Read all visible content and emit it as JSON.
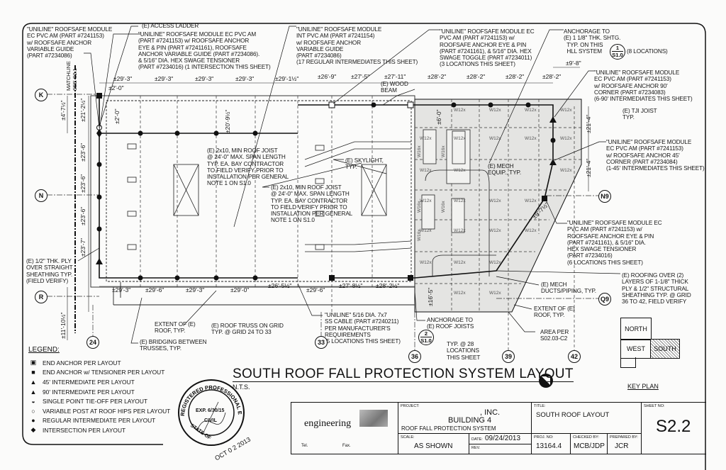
{
  "drawing_title": "SOUTH ROOF FALL PROTECTION SYSTEM LAYOUT",
  "scale_note": "N.T.S.",
  "joist_labels": {
    "w12": "W12x",
    "w16": "W16x"
  },
  "matchline": "MATCHLINE\nSEE S2.1",
  "grid_bubbles": [
    "K",
    "N",
    "R",
    "24",
    "33",
    "36",
    "39",
    "42",
    "N9",
    "Q9"
  ],
  "detail_refs": [
    {
      "number": "1",
      "sheet": "S1.0"
    },
    {
      "number": "2",
      "sheet": "S1.0"
    }
  ],
  "dims": {
    "top": [
      "±29'-3\"",
      "±29'-3\"",
      "±29'-3\"",
      "±29'-3\"",
      "±29'-1½\"",
      "±26'-9\"",
      "±27'-5\"",
      "±27'-11\"",
      "±28'-2\"",
      "±28'-2\"",
      "±28'-2\"",
      "±28'-2\"",
      "±9'-8\"",
      "±2'-0\""
    ],
    "bottom": [
      "±29'-3\"",
      "±29'-6\"",
      "±29'-3\"",
      "±29'-0\"",
      "±26'-5½\"",
      "±29'-6\"",
      "±27'-8½\"",
      "±28'-2½\""
    ],
    "vertical": [
      "±4'-7½\"",
      "±21'-2½\"",
      "±2'-0\"",
      "±23'-6\"",
      "±23'-6\"",
      "±23'-6\"",
      "±23'-7\"",
      "±11'-10½\"",
      "±20'-9½\"",
      "±6'-0\"",
      "±21'-4\"",
      "±21'-4\"",
      "±16'-5\""
    ],
    "diagonal": [
      "±9'-7½\""
    ]
  },
  "notes": [
    "\"UNILINE\" ROOFSAFE MODULE\nEC PVC AM (PART #7241153)\nw/ ROOFSAFE ANCHOR\nVARIABLE GUIDE\n(PART #7234086)",
    "(E) ACCESS LADDER",
    "\"UNILINE\" ROOFSAFE MODULE EC PVC AM\n(PART #7241153) w/ ROOFSAFE ANCHOR\nEYE & PIN (PART #7241161), ROOFSAFE\nANCHOR VARIABLE GUIDE (PART #7234086).\n& 5/16\" DIA. HEX SWAGE TENSIONER\n(PART #7234016) (1 INTERSECTION THIS SHEET)",
    "\"UNILINE\" ROOFSAFE MODULE\nINT PVC AM (PART #7241154)\nw/ ROOFSAFE ANCHOR\nVARIABLE GUIDE\n(PART #7234086)\n(17 REGULAR INTERMEDIATES THIS SHEET)",
    "\"UNILINE\" ROOFSAFE MODULE EC\nPVC AM (PART #7241153) w/\nROOFSAFE ANCHOR EYE & PIN\n(PART #7241161), & 5/16\" DIA. HEX\nSWAGE TOGGLE (PART #7234011)\n(3 LOCATIONS THIS SHEET)",
    "ANCHORAGE TO\n(E) 1 1/8\" THK. SHTG.\n  TYP. ON THIS\n  HLL SYSTEM",
    "(8 LOCATIONS)",
    "\"UNILINE\" ROOFSAFE MODULE\nEC PVC AM (PART #7241153)\nw/ ROOFSAFE ANCHOR 90'\nCORNER (PART #7234083)\n(6-90' INTERMEDIATES THIS SHEET)",
    "(E) TJI JOIST\nTYP.",
    "\"UNILINE\" ROOFSAFE MODULE\nEC PVC AM (PART #7241153)\nw/ ROOFSAFE ANCHOR 45'\nCORNER (PART #7234084)\n(1-45' INTERMEDIATES THIS SHEET)",
    "\"UNILINE\" ROOFSAFE MODULE EC\nPVC AM (PART #7241153) w/\nROOFSAFE ANCHOR EYE & PIN\n(PART #7241161), & 5/16\" DIA.\nHEX SWAGE TENSIONER\n(PART #7234016)\n(6 LOCATIONS THIS SHEET)",
    "(E) ROOFING OVER (2)\nLAYERS OF 1-1/8\" THICK\nPLY & 1/2\" STRUCTURAL\nSHEATHING TYP. @ GRID\n36 TO 42, FIELD VERIFY",
    "(E) MECH\nDUCTS/PIPING, TYP.",
    "EXTENT OF (E)\nROOF, TYP.",
    "AREA PER\nS02.03-C2",
    "(E) 2x10, MIN ROOF JOIST\n@ 24'-0\" MAX. SPAN LENGTH\nTYP. EA. BAY CONTRACTOR\nTO FIELD VERIFY PRIOR TO\nINSTALLATION PER GENERAL\nNOTE 1 ON S1.0",
    "(E) 2x10, MIN ROOF JOIST\n@ 24'-0\" MAX. SPAN LENGTH\nTYP. EA. BAY CONTRACTOR\nTO FIELD VERIFY PRIOR TO\nINSTALLATION PER GENERAL\nNOTE 1 ON S1.0",
    "(E) SKYLIGHT,\nTYP.",
    "(E) WOOD\nBEAM",
    "(E) MECH\nEQUIP., TYP.",
    "(E) 1/2\" THK. PLY\nOVER STRAIGHT\nSHEATHING TYP.\n(FIELD VERIFY)",
    "EXTENT OF (E)\nROOF, TYP.",
    "(E) ROOF TRUSS ON GRID\nTYP. @ GRID 24 TO 33",
    "(E) BRIDGING BETWEEN\nTRUSSES, TYP.",
    "\"UNILINE\" 5/16 DIA. 7x7\nSS CABLE (PART #7240211)\nPER MANUFACTURER'S\nREQUIREMENTS\n(5 LOCATIONS THIS SHEET)",
    "ANCHORAGE TO\n(E) ROOF JOISTS",
    "TYP. @ 28\nLOCATIONS\nTHIS SHEET"
  ],
  "legend": {
    "heading": "LEGEND:",
    "items": [
      {
        "symbol": "end-anchor-icon",
        "glyph": "▣",
        "label": "END ANCHOR PER LAYOUT"
      },
      {
        "symbol": "end-anchor-tensioner-icon",
        "glyph": "■",
        "label": "END ANCHOR w/ TENSIONER PER LAYOUT"
      },
      {
        "symbol": "intermediate-45-icon",
        "glyph": "▲",
        "label": "45' INTERMEDIATE PER LAYOUT"
      },
      {
        "symbol": "intermediate-90-icon",
        "glyph": "▲",
        "label": "90' INTERMEDIATE PER LAYOUT"
      },
      {
        "symbol": "single-point-tieoff-icon",
        "glyph": "◒",
        "label": "SINGLE POINT TIE-OFF PER LAYOUT"
      },
      {
        "symbol": "variable-post-icon",
        "glyph": "○",
        "label": "VARIABLE POST AT ROOF HIPS PER LAYOUT"
      },
      {
        "symbol": "regular-intermediate-icon",
        "glyph": "●",
        "label": "REGULAR INTERMEDIATE PER LAYOUT"
      },
      {
        "symbol": "intersection-icon",
        "glyph": "◆",
        "label": "INTERSECTION PER LAYOUT"
      }
    ]
  },
  "key_plan": {
    "north": "NORTH",
    "west": "WEST",
    "south": "SOUTH",
    "label": "KEY PLAN"
  },
  "stamp": {
    "ring_text": "REGISTERED PROFESSIONAL ENGINEER",
    "expiry": "EXP. 6/30/15",
    "discipline": "CIVIL",
    "state": "STATE OF",
    "date_stamp": "OCT 0 2 2013"
  },
  "title_block": {
    "firm": "engineering",
    "tel_label": "Tel.",
    "fax_label": "Fax.",
    "project_label": "PROJECT:",
    "client": ", INC.",
    "building": "BUILDING 4",
    "project_name": "ROOF FALL PROTECTION  SYSTEM",
    "scale_label": "SCALE:",
    "scale": "AS SHOWN",
    "date_label": "DATE:",
    "date": "09/24/2013",
    "rev_label": "REV.",
    "title_label": "TITLE:",
    "title": "SOUTH ROOF LAYOUT",
    "proj_no_label": "PROJ. NO:",
    "proj_no": "13164.4",
    "checked_label": "CHECKED BY:",
    "checked_by": "MCB/JDP",
    "prepared_label": "PREPARED BY:",
    "prepared_by": "JCR",
    "sheet_label": "SHEET NO:",
    "sheet_no": "S2.2"
  },
  "colors": {
    "line": "#111111",
    "shaded_area": "#e4e4e2",
    "paper": "#fbfbfa"
  }
}
